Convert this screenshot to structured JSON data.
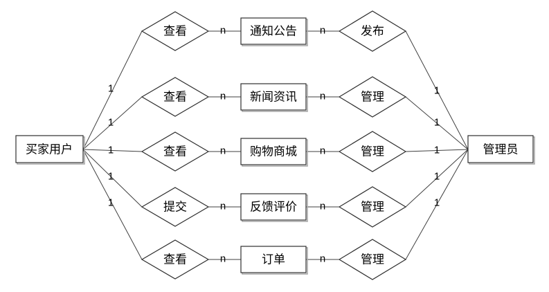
{
  "diagram": {
    "type": "entity-relationship",
    "colors": {
      "background": "#ffffff",
      "line": "#3f3f3f",
      "shape_border": "#2e2e2e",
      "shape_fill": "#ffffff",
      "shadow": "#a9a9a9",
      "text": "#000000"
    },
    "entities": {
      "buyer": {
        "label": "买家用户"
      },
      "admin": {
        "label": "管理员"
      }
    },
    "rows": [
      {
        "left_relation": "查看",
        "object": "通知公告",
        "right_relation": "发布",
        "cards": {
          "outer_left": "1",
          "inner_left": "n",
          "inner_right": "n",
          "outer_right": "1"
        }
      },
      {
        "left_relation": "查看",
        "object": "新闻资讯",
        "right_relation": "管理",
        "cards": {
          "outer_left": "1",
          "inner_left": "n",
          "inner_right": "n",
          "outer_right": "1"
        }
      },
      {
        "left_relation": "查看",
        "object": "购物商城",
        "right_relation": "管理",
        "cards": {
          "outer_left": "1",
          "inner_left": "n",
          "inner_right": "n",
          "outer_right": "1"
        }
      },
      {
        "left_relation": "提交",
        "object": "反馈评价",
        "right_relation": "管理",
        "cards": {
          "outer_left": "1",
          "inner_left": "n",
          "inner_right": "n",
          "outer_right": "1"
        }
      },
      {
        "left_relation": "查看",
        "object": "订单",
        "right_relation": "管理",
        "cards": {
          "outer_left": "1",
          "inner_left": "n",
          "inner_right": "n",
          "outer_right": "1"
        }
      }
    ]
  }
}
